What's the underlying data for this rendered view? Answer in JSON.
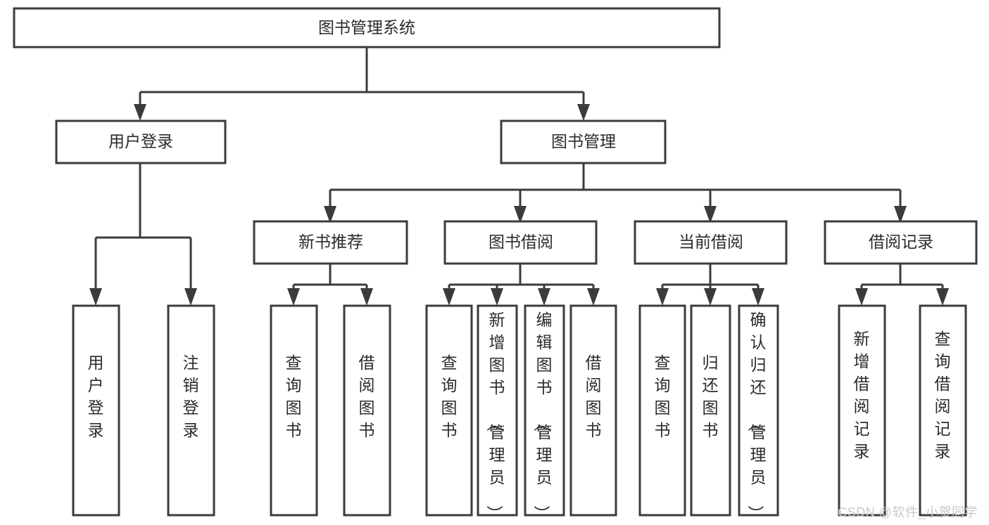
{
  "diagram": {
    "title": "图书管理系统",
    "type": "tree",
    "watermark": "CSDN @软件_小贺同学",
    "colors": {
      "stroke": "#3b3b3b",
      "fill": "#ffffff",
      "text": "#2b2b2b",
      "watermark": "#c9c9c9",
      "background": "#ffffff"
    },
    "levels": {
      "root": "图书管理系统",
      "level2": [
        "用户登录",
        "图书管理"
      ],
      "level3": [
        "新书推荐",
        "图书借阅",
        "当前借阅",
        "借阅记录"
      ]
    },
    "nodes": {
      "root": {
        "id": "root",
        "label": "图书管理系统",
        "orientation": "horizontal"
      },
      "user_login": {
        "id": "user_login",
        "label": "用户登录",
        "orientation": "horizontal"
      },
      "book_manage": {
        "id": "book_manage",
        "label": "图书管理",
        "orientation": "horizontal"
      },
      "new_book": {
        "id": "new_book",
        "label": "新书推荐",
        "orientation": "horizontal"
      },
      "book_borrow": {
        "id": "book_borrow",
        "label": "图书借阅",
        "orientation": "horizontal"
      },
      "current_borrow": {
        "id": "current_borrow",
        "label": "当前借阅",
        "orientation": "horizontal"
      },
      "borrow_record": {
        "id": "borrow_record",
        "label": "借阅记录",
        "orientation": "horizontal"
      },
      "leaf_user_login": {
        "id": "leaf_user_login",
        "label": "用户登录",
        "orientation": "vertical"
      },
      "leaf_logout": {
        "id": "leaf_logout",
        "label": "注销登录",
        "orientation": "vertical"
      },
      "leaf_query_book_1": {
        "id": "leaf_query_book_1",
        "label": "查询图书",
        "orientation": "vertical"
      },
      "leaf_borrow_book_1": {
        "id": "leaf_borrow_book_1",
        "label": "借阅图书",
        "orientation": "vertical"
      },
      "leaf_query_book_2": {
        "id": "leaf_query_book_2",
        "label": "查询图书",
        "orientation": "vertical"
      },
      "leaf_add_book": {
        "id": "leaf_add_book",
        "label": "新增图书（管理员）",
        "orientation": "vertical"
      },
      "leaf_edit_book": {
        "id": "leaf_edit_book",
        "label": "编辑图书（管理员）",
        "orientation": "vertical"
      },
      "leaf_borrow_book_2": {
        "id": "leaf_borrow_book_2",
        "label": "借阅图书",
        "orientation": "vertical"
      },
      "leaf_query_book_3": {
        "id": "leaf_query_book_3",
        "label": "查询图书",
        "orientation": "vertical"
      },
      "leaf_return_book": {
        "id": "leaf_return_book",
        "label": "归还图书",
        "orientation": "vertical"
      },
      "leaf_confirm_return": {
        "id": "leaf_confirm_return",
        "label": "确认归还（管理员）",
        "orientation": "vertical"
      },
      "leaf_add_record": {
        "id": "leaf_add_record",
        "label": "新增借阅记录",
        "orientation": "vertical"
      },
      "leaf_query_record": {
        "id": "leaf_query_record",
        "label": "查询借阅记录",
        "orientation": "vertical"
      }
    },
    "groups": [
      {
        "parent": "用户登录",
        "children": [
          "用户登录",
          "注销登录"
        ]
      },
      {
        "parent": "新书推荐",
        "children": [
          "查询图书",
          "借阅图书"
        ]
      },
      {
        "parent": "图书借阅",
        "children": [
          "查询图书",
          "新增图书（管理员）",
          "编辑图书（管理员）",
          "借阅图书"
        ]
      },
      {
        "parent": "当前借阅",
        "children": [
          "查询图书",
          "归还图书",
          "确认归还（管理员）"
        ]
      },
      {
        "parent": "借阅记录",
        "children": [
          "新增借阅记录",
          "查询借阅记录"
        ]
      }
    ]
  }
}
